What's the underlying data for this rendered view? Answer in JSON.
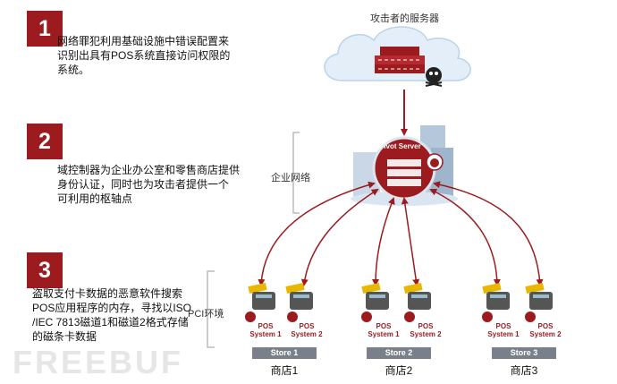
{
  "steps": [
    {
      "number": "1",
      "text_lines": [
        "网络罪犯利用基础设施中错误配置来",
        "识别出具有POS系统直接访问权限的",
        "系统。"
      ]
    },
    {
      "number": "2",
      "text_lines": [
        "域控制器为企业办公室和零售商店提供",
        "身份认证，同时也为攻击者提供一个",
        "可利用的枢轴点"
      ]
    },
    {
      "number": "3",
      "text_lines": [
        "盗取支付卡数据的恶意软件搜索",
        "POS应用程序的内存，寻找以ISO",
        "/IEC 7813磁道1和磁道2格式存储",
        "的磁条卡数据"
      ]
    }
  ],
  "labels": {
    "attacker_server": "攻击者的服务器",
    "enterprise_network": "企业网络",
    "pivot_server": "Pivot Server",
    "pci_env": "PCI环境"
  },
  "stores": [
    {
      "bar": "Store 1",
      "name": "商店1",
      "pos": [
        "POS\nSystem 1",
        "POS\nSystem 2"
      ]
    },
    {
      "bar": "Store 2",
      "name": "商店2",
      "pos": [
        "POS\nSystem 1",
        "POS\nSystem 2"
      ]
    },
    {
      "bar": "Store 3",
      "name": "商店3",
      "pos": [
        "POS\nSystem 1",
        "POS\nSystem 2"
      ]
    }
  ],
  "watermark": "FREEBUF",
  "colors": {
    "accent": "#9b1b1f",
    "cloud": "#e3eef8",
    "store_bar": "#7a8089"
  }
}
